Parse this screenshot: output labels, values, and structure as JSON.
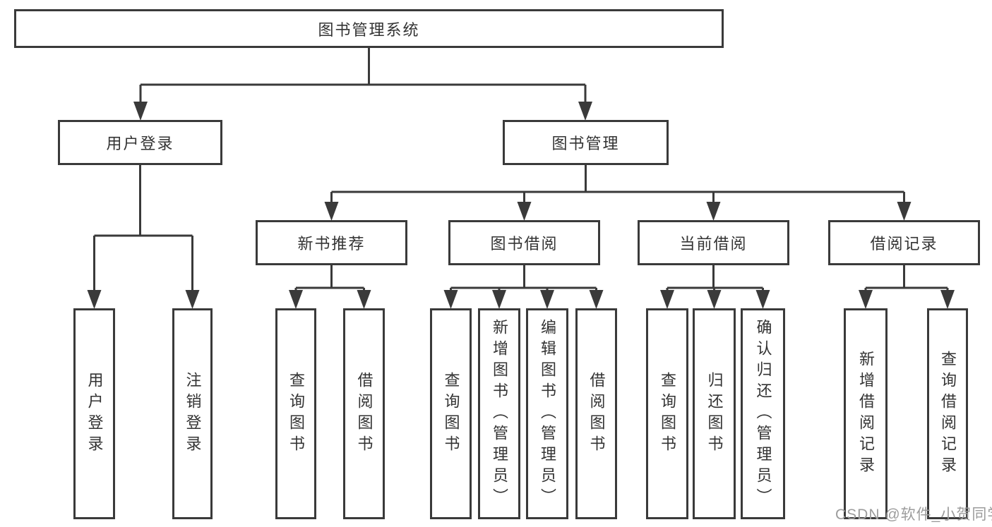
{
  "colors": {
    "line": "#3a3a3a",
    "text": "#333333",
    "watermark": "#9c9c9c",
    "background": "#ffffff"
  },
  "tree": {
    "root": "图书管理系统",
    "branches": [
      {
        "label": "用户登录",
        "children": [
          "用户登录",
          "注销登录"
        ]
      },
      {
        "label": "图书管理",
        "sections": [
          {
            "label": "新书推荐",
            "children": [
              "查询图书",
              "借阅图书"
            ]
          },
          {
            "label": "图书借阅",
            "children": [
              "查询图书",
              "新增图书（管理员）",
              "编辑图书（管理员）",
              "借阅图书"
            ]
          },
          {
            "label": "当前借阅",
            "children": [
              "查询图书",
              "归还图书",
              "确认归还（管理员）"
            ]
          },
          {
            "label": "借阅记录",
            "children": [
              "新增借阅记录",
              "查询借阅记录"
            ]
          }
        ]
      }
    ]
  },
  "watermark": "CSDN @软件_小贺同学"
}
